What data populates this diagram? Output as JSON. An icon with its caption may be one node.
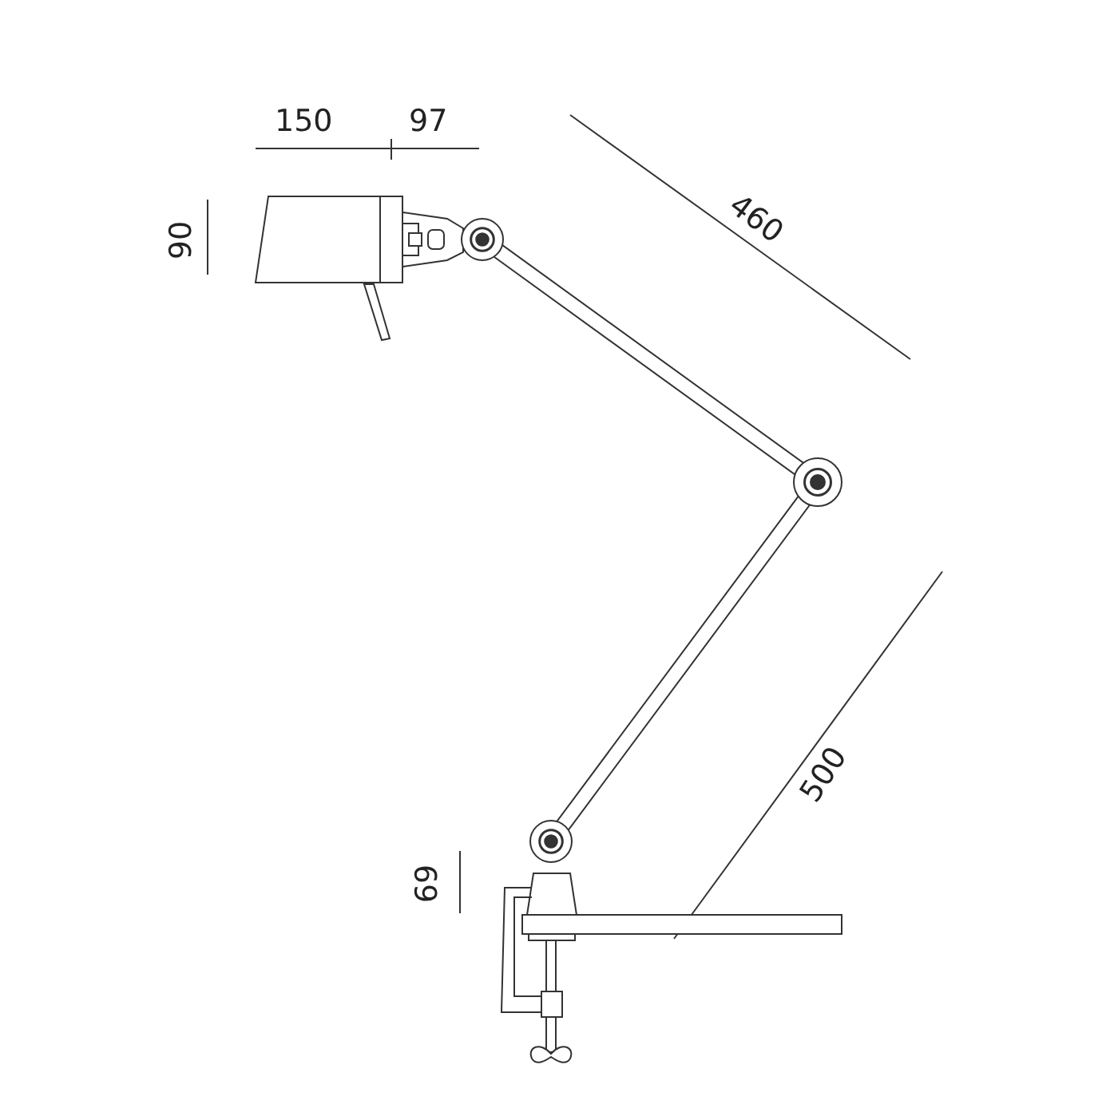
{
  "diagram": {
    "labels": [
      "150",
      "97",
      "90",
      "460",
      "500",
      "69"
    ]
  }
}
